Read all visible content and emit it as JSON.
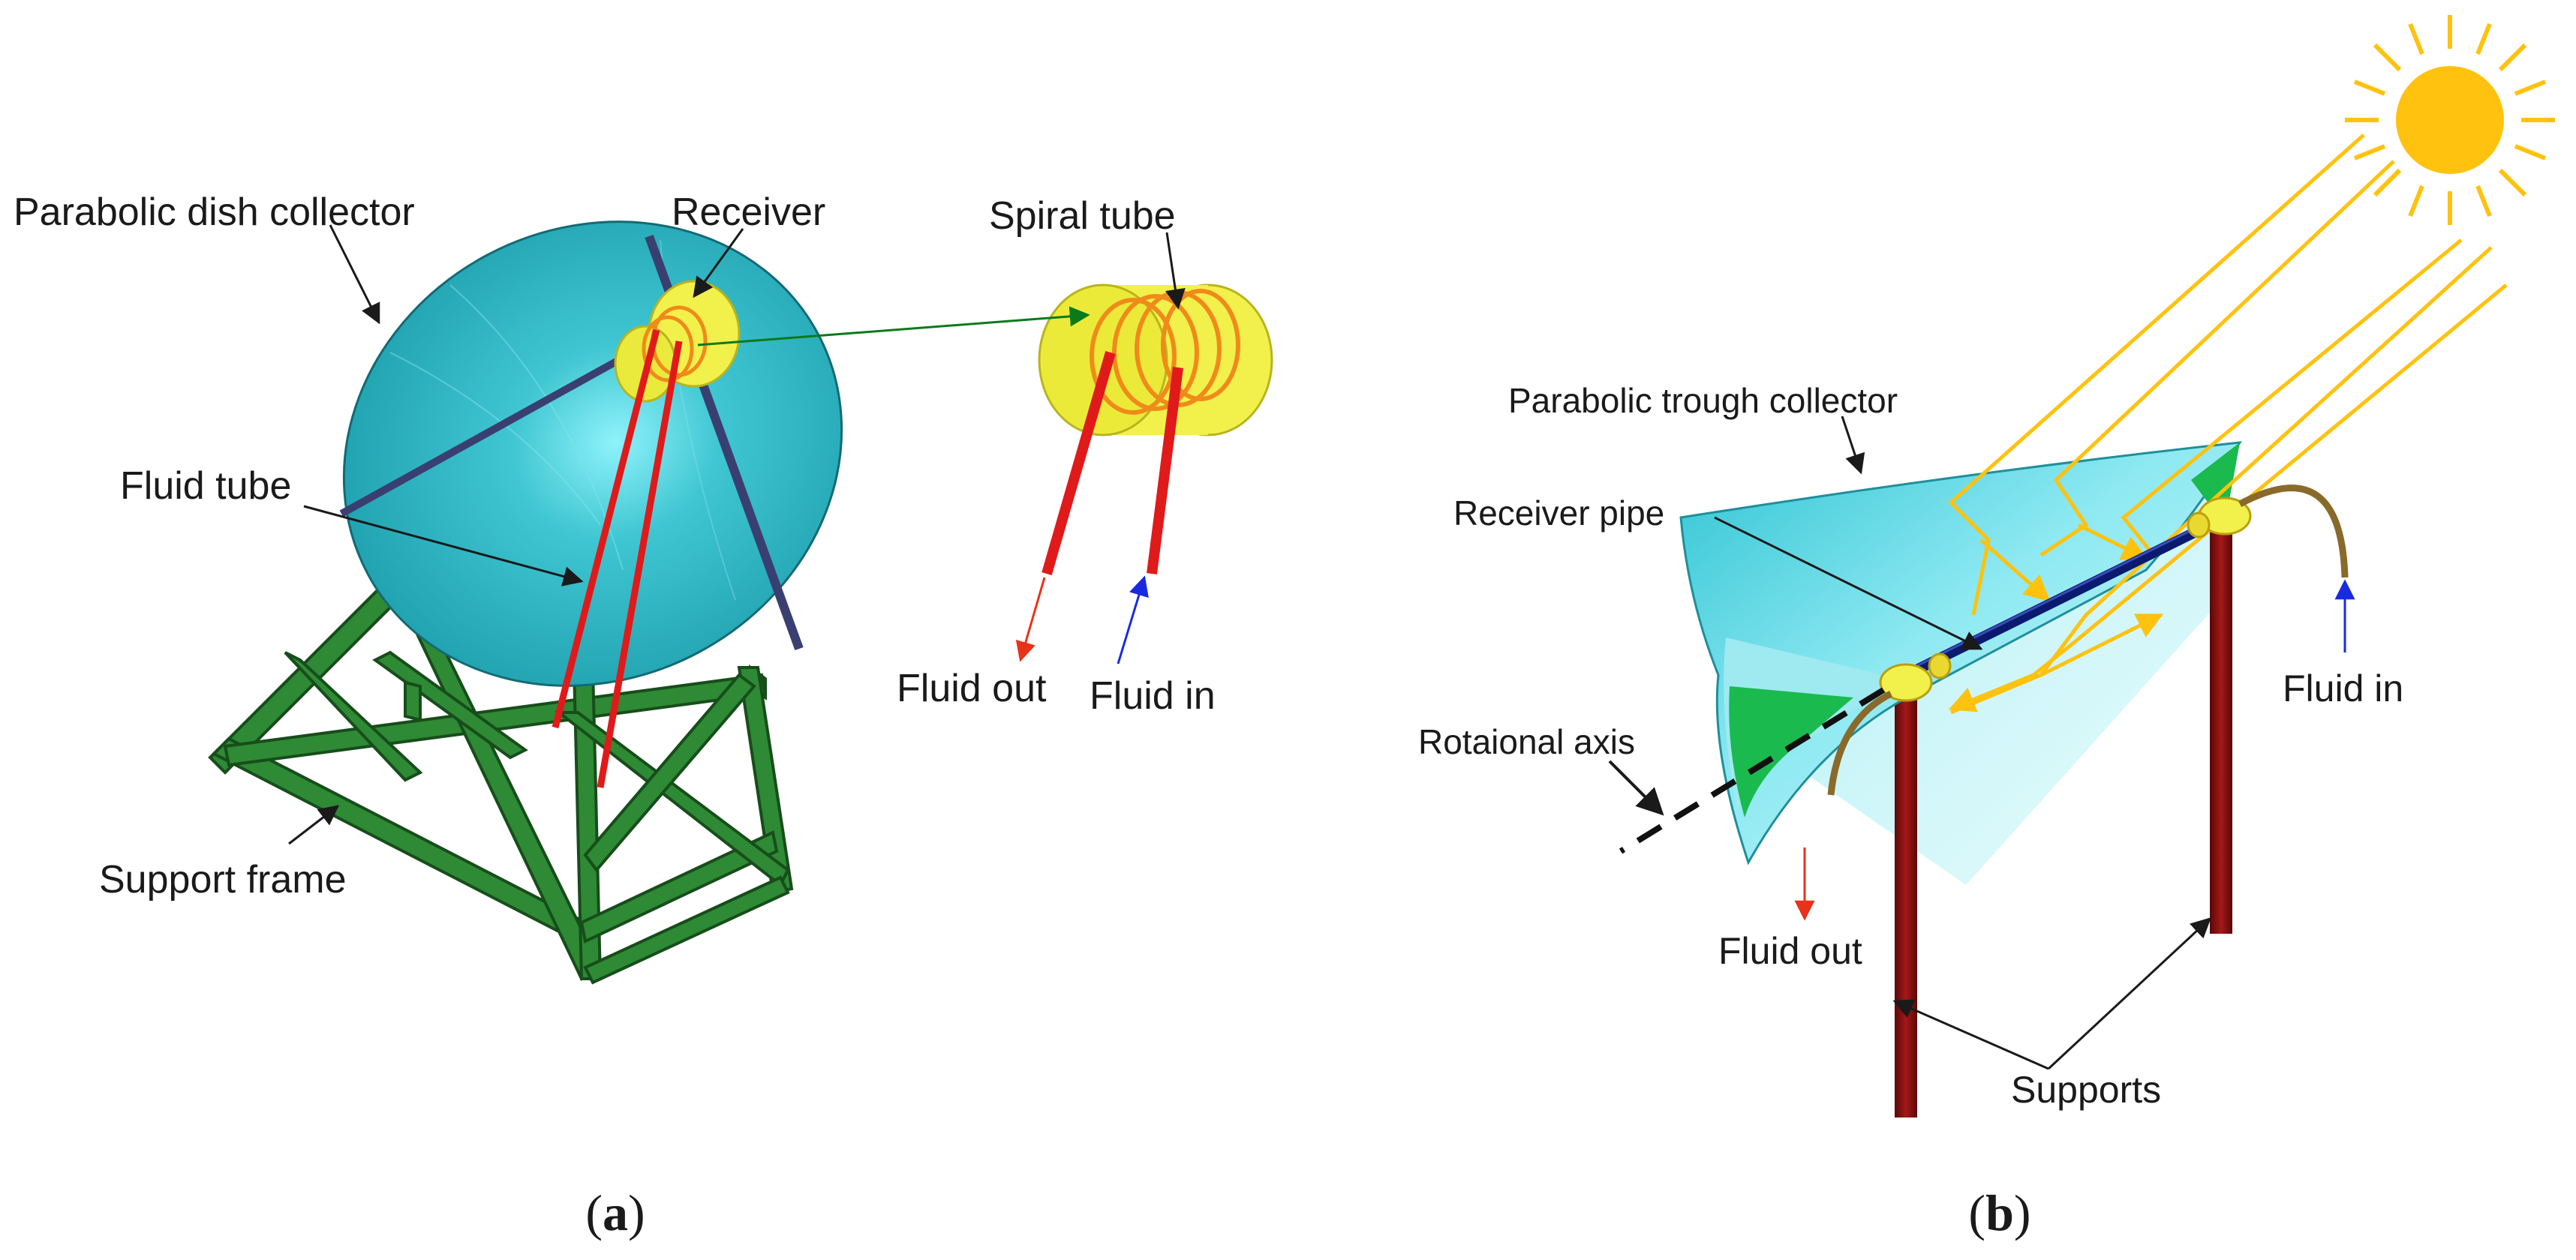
{
  "panel_a": {
    "labels": {
      "dish": "Parabolic dish collector",
      "receiver": "Receiver",
      "spiral": "Spiral tube",
      "fluid_tube": "Fluid tube",
      "fluid_out": "Fluid out",
      "fluid_in": "Fluid in",
      "support": "Support frame"
    },
    "caption_letter": "a"
  },
  "panel_b": {
    "labels": {
      "trough": "Parabolic trough collector",
      "receiver_pipe": "Receiver pipe",
      "axis": "Rotaional axis",
      "fluid_in": "Fluid in",
      "fluid_out": "Fluid out",
      "supports": "Supports"
    },
    "caption_letter": "b"
  },
  "caption_open": "(",
  "caption_close": ")",
  "colors": {
    "dish": "#2ab3bf",
    "frame": "#2e8a34",
    "tube_red": "#e01a1a",
    "receiver_yellow": "#f2f04a",
    "coil": "#f08a1a",
    "sun": "#ffc20e",
    "ray": "#ffc20e",
    "post": "#8b1010",
    "pipe": "#0a1a6e",
    "arrow_green": "#0a7a1a",
    "arrow_blue": "#1a2ae0",
    "arrow_red": "#e8321a"
  }
}
